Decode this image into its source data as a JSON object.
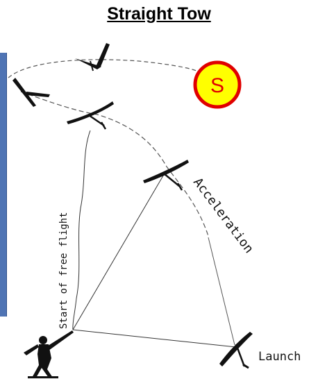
{
  "title": "Straight Tow",
  "badge": {
    "letter": "S",
    "fill": "#ffff00",
    "ring": "#e00000"
  },
  "labels": {
    "acceleration": "Acceleration",
    "free_flight": "Start of free flight",
    "launch": "Launch"
  },
  "colors": {
    "side_panel": "#4f74b4",
    "ink": "#111111"
  }
}
